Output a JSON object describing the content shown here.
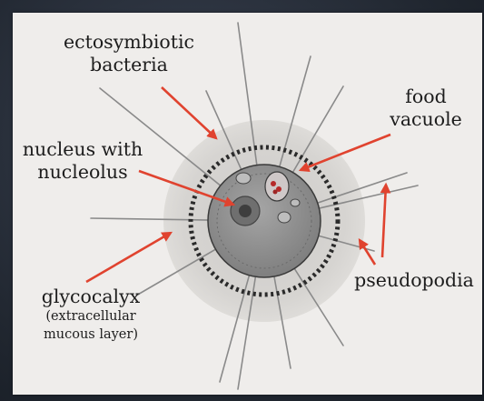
{
  "diagram": {
    "labels": {
      "ectosymbiotic_line1": "ectosymbiotic",
      "ectosymbiotic_line2": "bacteria",
      "food_line1": "food",
      "food_line2": "vacuole",
      "nucleus_line1": "nucleus with",
      "nucleus_line2": "nucleolus",
      "glycocalyx": "glycocalyx",
      "glycocalyx_sub_line1": "(extracellular",
      "glycocalyx_sub_line2": "mucous layer)",
      "pseudopodia": "pseudopodia"
    },
    "colors": {
      "panel_background": "#efedeb",
      "arrow": "#e0432f",
      "cell_body": "#8e8e8e",
      "glycocalyx": "#d3d1ce",
      "pseudopodium": "#8a8a8a"
    }
  }
}
